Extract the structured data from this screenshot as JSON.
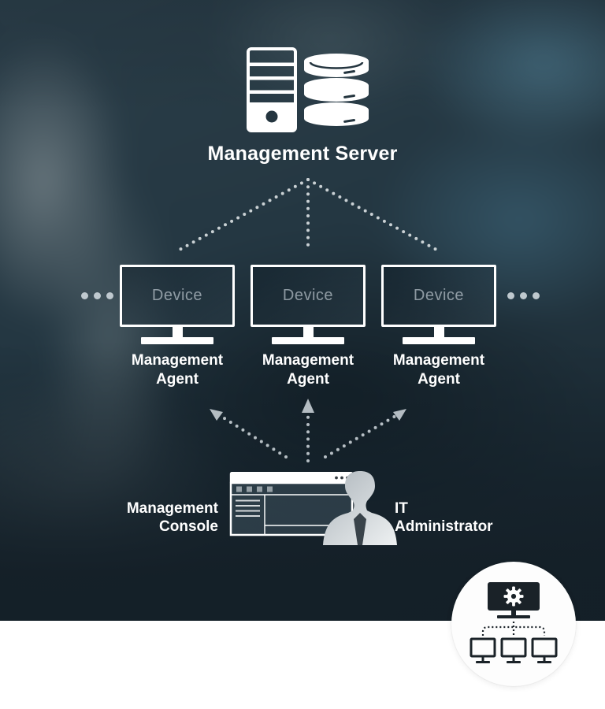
{
  "colors": {
    "background_dark": "#22333c",
    "bottom_strip": "#ffffff",
    "text_white": "#ffffff",
    "device_label_gray": "#a9b5bd",
    "badge_icon_dark": "#1a2228",
    "dotted_line": "#ccd4d9"
  },
  "icons": {
    "server": "server-tower-and-database-icon",
    "device": "monitor-icon",
    "more_left": "ellipsis-icon",
    "more_right": "ellipsis-icon",
    "console": "browser-window-icon",
    "admin": "person-silhouette-icon",
    "badge": "managed-devices-network-icon"
  },
  "server": {
    "label": "Management Server"
  },
  "devices": [
    {
      "screen_label": "Device",
      "agent_label": [
        "Management",
        "Agent"
      ]
    },
    {
      "screen_label": "Device",
      "agent_label": [
        "Management",
        "Agent"
      ]
    },
    {
      "screen_label": "Device",
      "agent_label": [
        "Management",
        "Agent"
      ]
    }
  ],
  "console": {
    "label": [
      "Management",
      "Console"
    ]
  },
  "admin": {
    "label": [
      "IT",
      "Administrator"
    ]
  }
}
